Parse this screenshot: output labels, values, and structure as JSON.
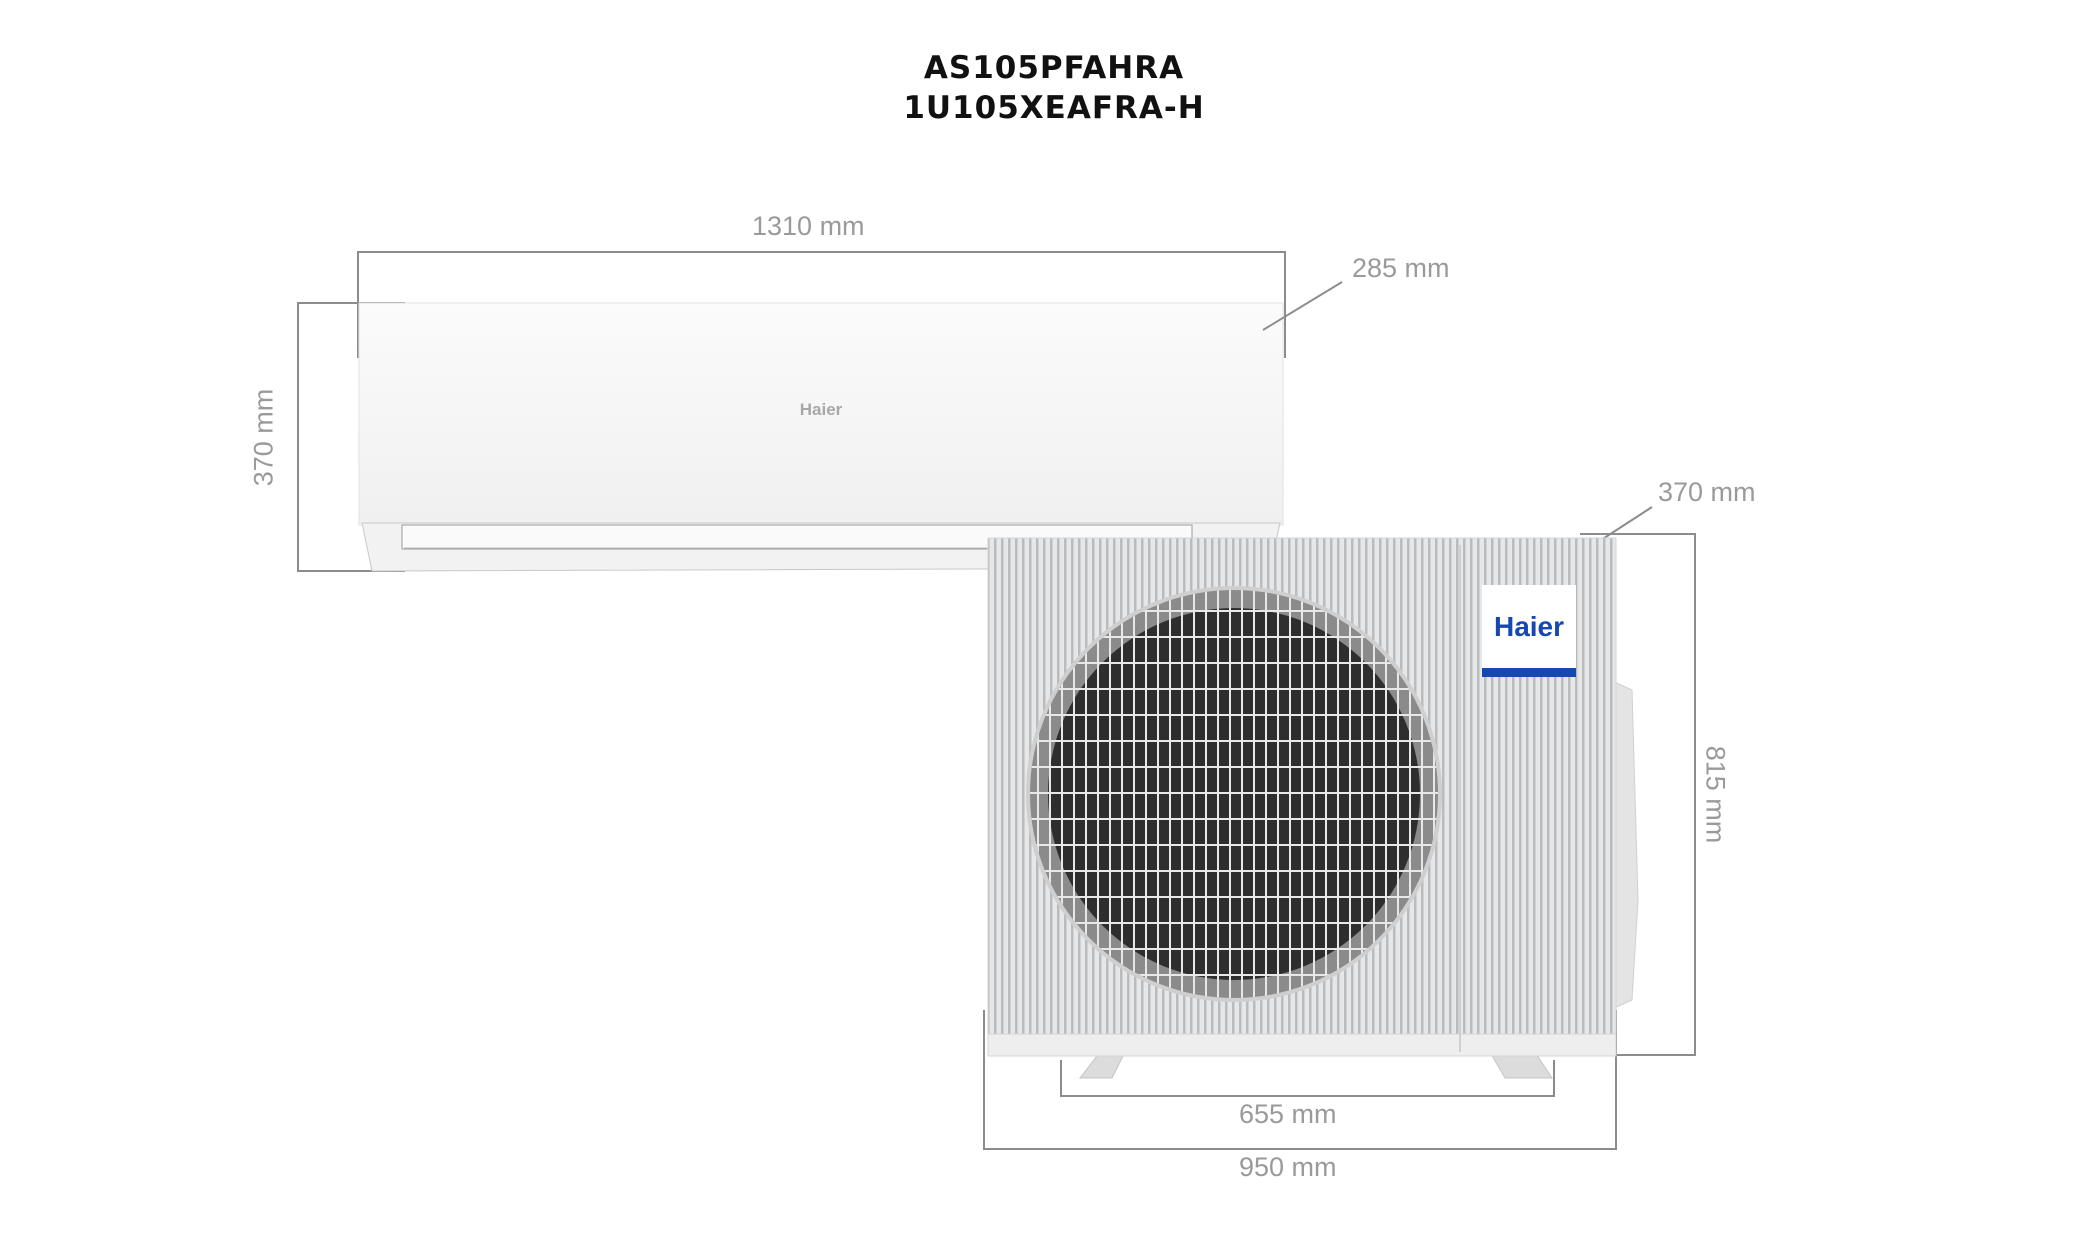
{
  "title": {
    "indoor_model": "AS105PFAHRA",
    "outdoor_model": "1U105XEAFRA-H"
  },
  "indoor_unit": {
    "brand": "Haier",
    "width": "1310 mm",
    "height": "370 mm",
    "depth": "285 mm"
  },
  "outdoor_unit": {
    "brand": "Haier",
    "width": "950 mm",
    "feet_spacing": "655 mm",
    "height": "815 mm",
    "depth": "370 mm"
  },
  "colors": {
    "dimension_line": "#8c8c8c",
    "dimension_text": "#9a9a9a",
    "brand_blue": "#1548b0"
  }
}
